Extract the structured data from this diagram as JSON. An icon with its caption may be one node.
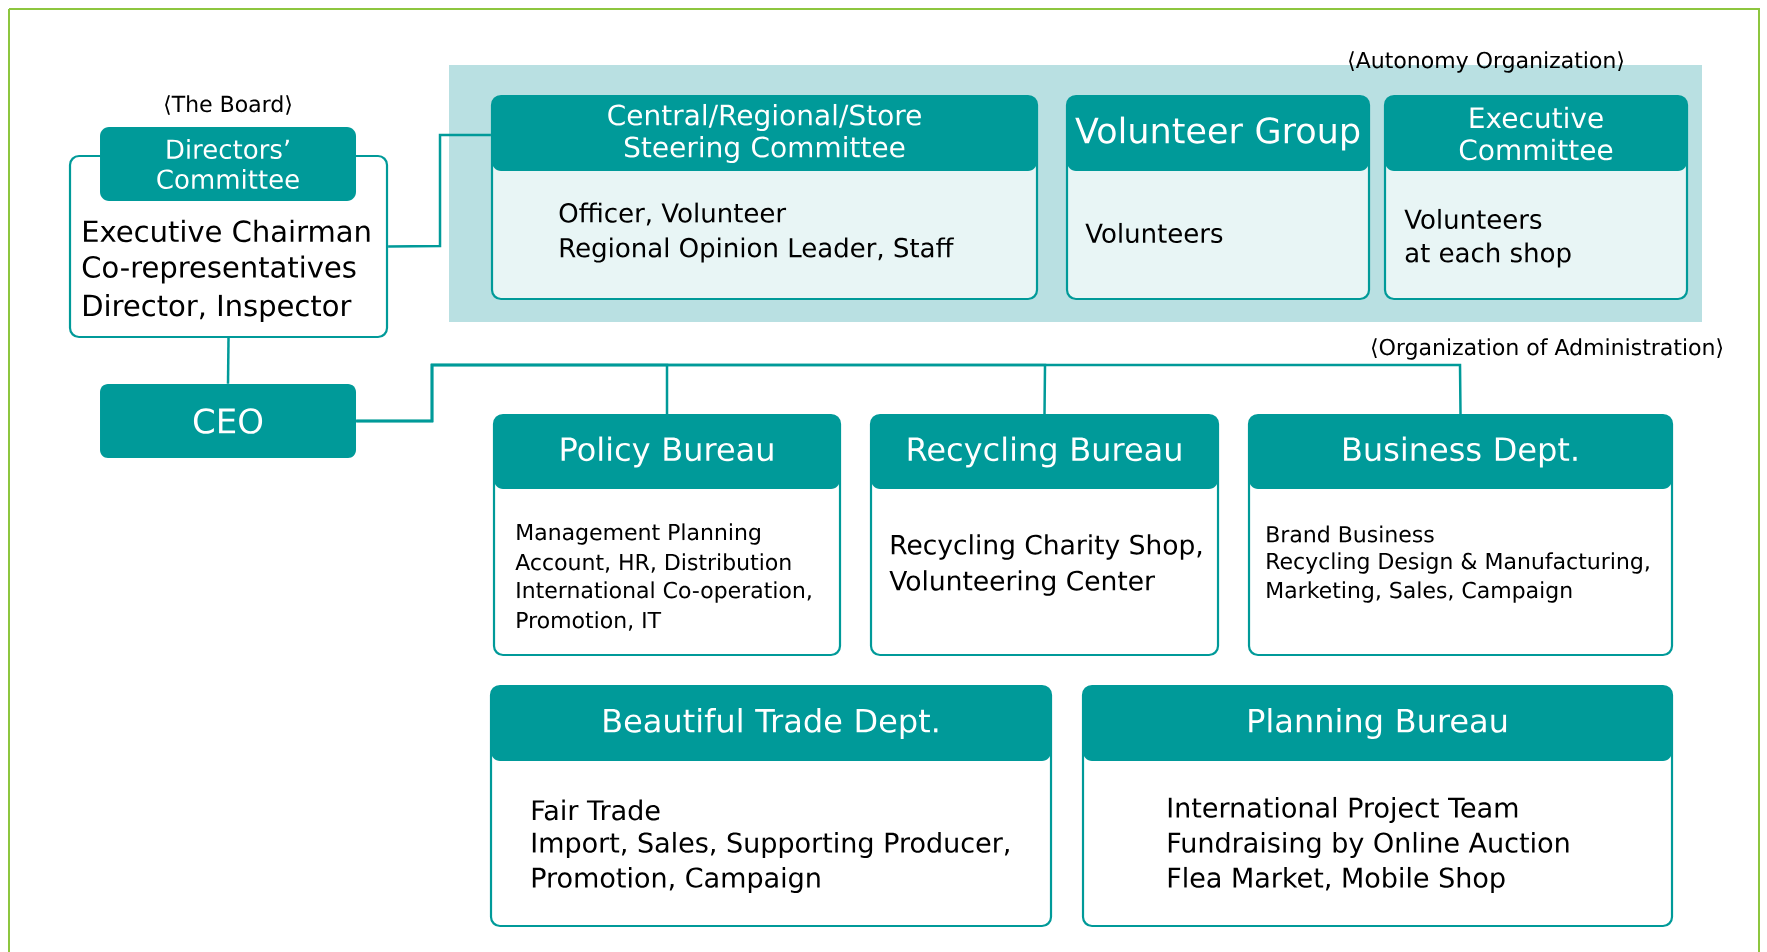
{
  "diagram": {
    "nodes": [
      {
        "text": [
          "Directors’ Committee",
          "Executive Chairman",
          "Co-representatives",
          "Director, Inspector"
        ],
        "beside": [
          "⟨The Board⟩"
        ]
      },
      {
        "text": [
          "⟨Autonomy Organization⟩"
        ]
      },
      {
        "text": [
          "Central/Regional/Store Steering Committee",
          "Officer, Volunteer",
          "Regional Opinion Leader, Staff"
        ],
        "in": 1
      },
      {
        "text": [
          "Volunteer Group",
          "Volunteers"
        ],
        "in": 1
      },
      {
        "text": [
          "Executive Committee",
          "Volunteers",
          "at each shop"
        ],
        "in": 1
      },
      {
        "text": [
          "CEO"
        ]
      },
      {
        "text": [
          "Policy Bureau",
          "Management Planning",
          "Account, HR, Distribution",
          "International Co-operation,",
          "Promotion, IT"
        ]
      },
      {
        "text": [
          "Recycling Bureau",
          "Recycling Charity Shop,",
          "Volunteering Center"
        ]
      },
      {
        "text": [
          "Business Dept.",
          "Brand Business",
          "Recycling Design & Manufacturing,",
          "Marketing, Sales, Campaign"
        ]
      },
      {
        "text": [
          "Beautiful Trade Dept.",
          "Fair Trade",
          "Import, Sales, Supporting Producer,",
          "Promotion, Campaign"
        ]
      },
      {
        "text": [
          "Planning Bureau",
          "International Project Team",
          "Fundraising by Online Auction",
          "Flea Market, Mobile Shop"
        ]
      }
    ],
    "edges": [
      {
        "from": 0,
        "to": 2,
        "arrow": "none"
      },
      {
        "from": 0,
        "to": 5,
        "arrow": "none"
      },
      {
        "from": 5,
        "to": 6,
        "arrow": "none"
      },
      {
        "from": 5,
        "to": 7,
        "arrow": "none"
      },
      {
        "from": 5,
        "to": 8,
        "arrow": "none"
      }
    ],
    "labels": [
      "⟨Organization of Administration⟩"
    ]
  }
}
